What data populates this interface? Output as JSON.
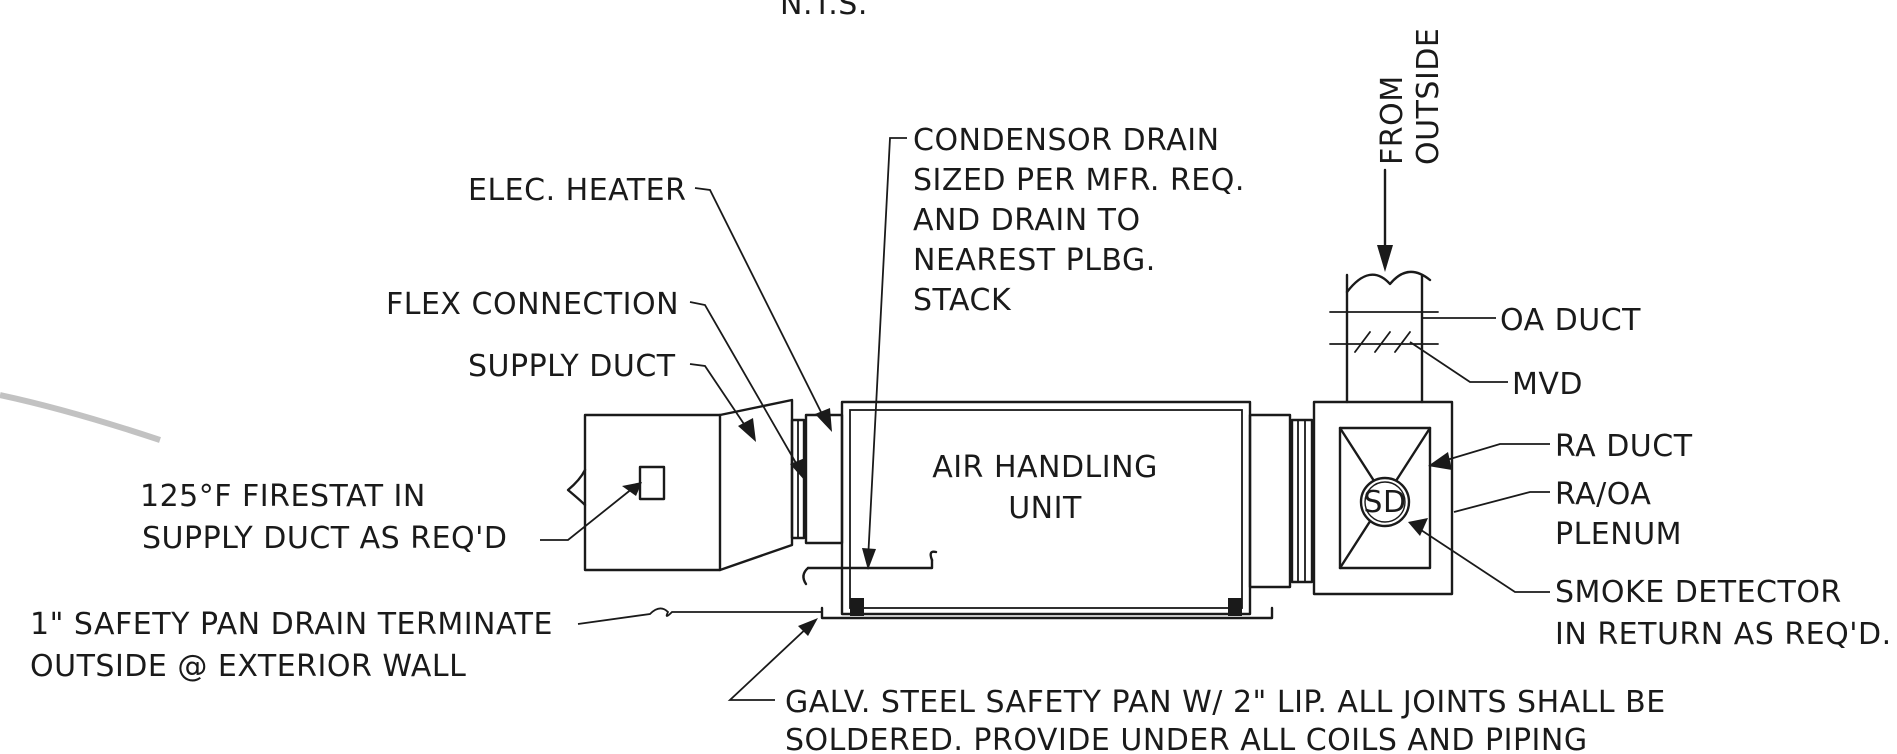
{
  "drawing": {
    "header_fragment": "N.T.S.",
    "air_handling_unit": [
      "AIR HANDLING",
      "UNIT"
    ],
    "from_outside": [
      "FROM",
      "OUTSIDE"
    ],
    "condensor_drain": [
      "CONDENSOR DRAIN",
      "SIZED PER MFR. REQ.",
      "AND DRAIN TO",
      "NEAREST PLBG.",
      "STACK"
    ],
    "elec_heater": "ELEC. HEATER",
    "flex_connection": "FLEX CONNECTION",
    "supply_duct": "SUPPLY DUCT",
    "firestat": [
      "125°F FIRESTAT IN",
      "SUPPLY DUCT AS REQ'D"
    ],
    "safety_pan_drain": [
      "1\" SAFETY PAN DRAIN TERMINATE",
      "OUTSIDE @ EXTERIOR WALL"
    ],
    "galv_steel_pan": [
      "GALV. STEEL SAFETY PAN W/ 2\" LIP. ALL JOINTS SHALL BE",
      "SOLDERED. PROVIDE UNDER ALL COILS AND PIPING"
    ],
    "oa_duct": "OA DUCT",
    "mvd": "MVD",
    "ra_duct": "RA DUCT",
    "ra_oa_plenum": [
      "RA/OA",
      "PLENUM"
    ],
    "smoke_detector": [
      "SMOKE DETECTOR",
      "IN RETURN AS REQ'D."
    ],
    "sd_symbol": "SD"
  }
}
